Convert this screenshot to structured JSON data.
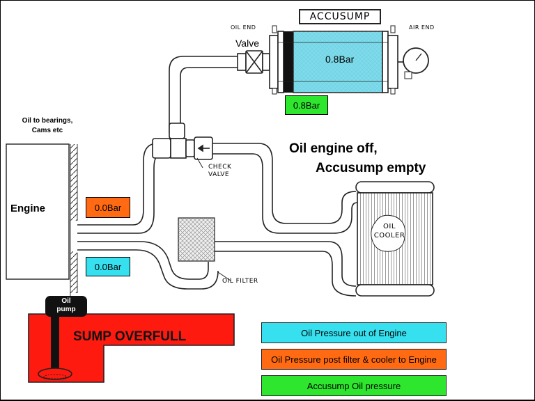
{
  "accusump": {
    "title": "ACCUSUMP",
    "oil_end_label": "OIL END",
    "air_end_label": "AIR END",
    "valve_label": "Valve",
    "pressure_inside": "0.8Bar",
    "pressure_tag": "0.8Bar"
  },
  "engine": {
    "label": "Engine",
    "bearings_label_line1": "Oil to bearings,",
    "bearings_label_line2": "Cams etc",
    "pressure_post_filter": "0.0Bar",
    "pressure_out": "0.0Bar"
  },
  "status": {
    "line1": "Oil engine off,",
    "line2": "Accusump empty"
  },
  "components": {
    "check_valve_line1": "CHECK",
    "check_valve_line2": "VALVE",
    "oil_filter": "OIL FILTER",
    "oil_cooler_line1": "OIL",
    "oil_cooler_line2": "COOLER",
    "oil_pump_line1": "Oil",
    "oil_pump_line2": "pump",
    "sump_label": "SUMP OVERFULL"
  },
  "legend": [
    {
      "text": "Oil Pressure out of Engine",
      "color": "#36e0ee"
    },
    {
      "text": "Oil Pressure post filter & cooler to Engine",
      "color": "#ff6a12"
    },
    {
      "text": "Accusump Oil pressure",
      "color": "#2ee62e"
    }
  ],
  "colors": {
    "accusump_fill": "#6ad8ea",
    "sump_fill": "#ff1a10",
    "accusump_tag": "#2ee62e",
    "post_filter_tag": "#ff6a12",
    "engine_out_tag": "#36e0ee"
  }
}
